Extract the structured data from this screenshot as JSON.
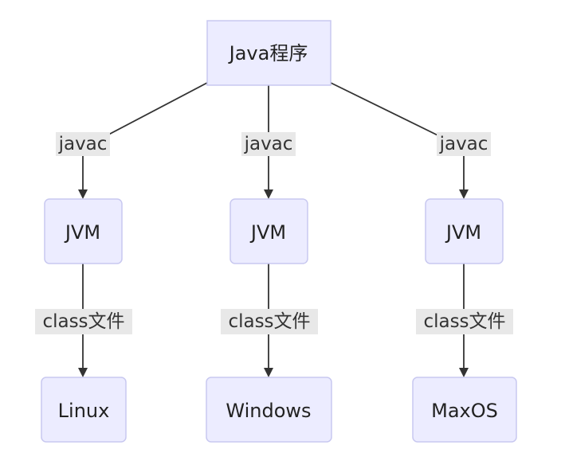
{
  "nodes": {
    "root": "Java程序",
    "jvm_linux": "JVM",
    "jvm_windows": "JVM",
    "jvm_mac": "JVM",
    "linux": "Linux",
    "windows": "Windows",
    "mac": "MaxOS"
  },
  "edges": {
    "root_to_jvm_linux": "javac",
    "root_to_jvm_windows": "javac",
    "root_to_jvm_mac": "javac",
    "jvm_to_linux": "class文件",
    "jvm_to_windows": "class文件",
    "jvm_to_mac": "class文件"
  },
  "colors": {
    "node_fill": "#ECECFF",
    "node_border": "#C8C8F0",
    "edge": "#333333",
    "label_bg": "#E8E8E8"
  }
}
